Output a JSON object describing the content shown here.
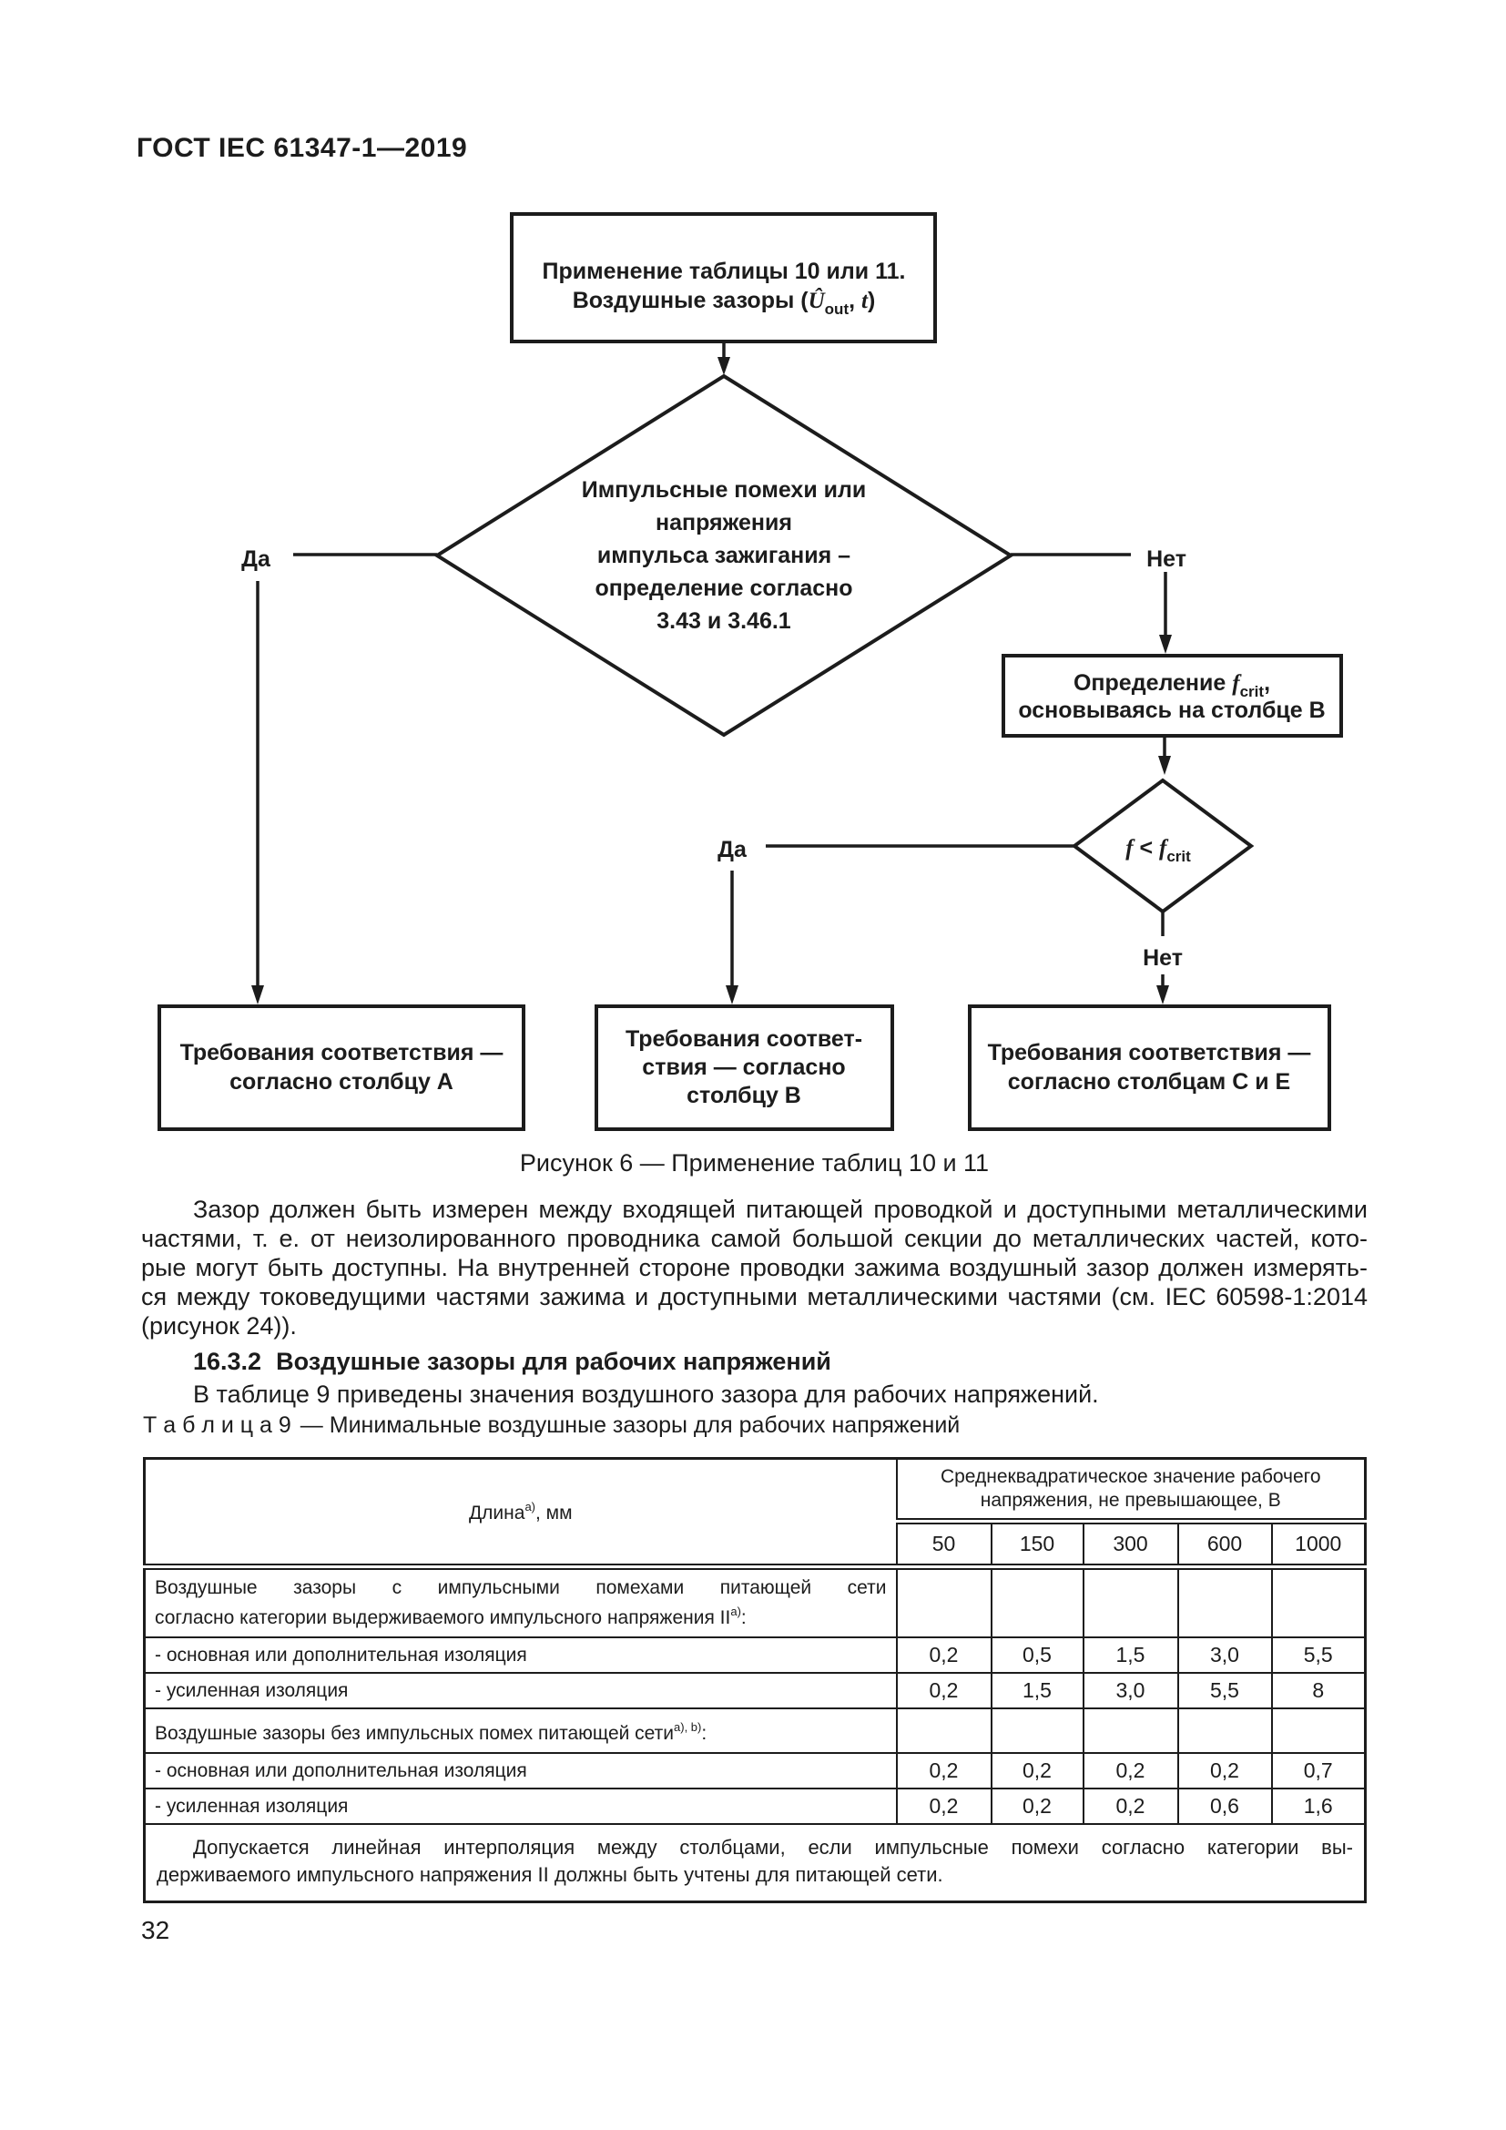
{
  "page": {
    "header": "ГОСТ IEC 61347-1—2019",
    "number": "32"
  },
  "figure": {
    "caption": "Рисунок 6 — Применение таблиц 10 и 11",
    "top_box": {
      "line1": "Применение таблицы 10 или 11.",
      "l2_pre": "Воздушные зазоры (",
      "u_symbol": "Û",
      "u_sub": "out",
      "l2_mid": ", ",
      "t_symbol": "t",
      "l2_end": ")"
    },
    "decision1": {
      "line1": "Импульсные помехи или",
      "line2": "напряжения",
      "line3": "импульса зажигания –",
      "line4": "определение согласно",
      "line5": "3.43 и 3.46.1"
    },
    "labels": {
      "yes1": "Да",
      "no1": "Нет",
      "yes2": "Да",
      "no2": "Нет"
    },
    "fcrit_box": {
      "l1_pre": "Определение ",
      "f": "f",
      "f_sub": "crit",
      "l1_end": ",",
      "line2": "основываясь на столбце B"
    },
    "decision2": {
      "f1": "f",
      "op": " < ",
      "f2": "f",
      "f_sub": "crit"
    },
    "box_a": {
      "line1": "Требования соответствия —",
      "line2": "согласно столбцу A"
    },
    "box_b": {
      "line1": "Требования соответ-",
      "line2": "ствия — согласно",
      "line3": "столбцу B"
    },
    "box_ce": {
      "line1": "Требования соответствия —",
      "line2": "согласно столбцам C и E"
    }
  },
  "body": {
    "paragraph1_lines": [
      "Зазор должен быть измерен между входящей питающей проводкой и доступными металлическими",
      "частями, т. е. от неизолированного проводника самой большой секции до металлических частей, кото-",
      "рые могут быть доступны. На внутренней стороне проводки зажима воздушный зазор должен измерять-",
      "ся между токоведущими частями зажима и доступными металлическими частями (см. IEC 60598-1:2014",
      "(рисунок 24))."
    ],
    "heading_number": "16.3.2",
    "heading_title": "Воздушные зазоры для рабочих напряжений",
    "paragraph2": "В таблице 9 приведены значения воздушного зазора для рабочих напряжений."
  },
  "table": {
    "caption_label": "Т а б л и ц а  9",
    "caption_title": "— Минимальные воздушные зазоры для рабочих напряжений",
    "header": {
      "length_label": "Длина",
      "length_sup": "а)",
      "length_unit": ", мм",
      "voltage_line1": "Среднеквадратическое значение рабочего",
      "voltage_line2": "напряжения, не превышающее, В",
      "voltages": [
        "50",
        "150",
        "300",
        "600",
        "1000"
      ]
    },
    "group1": {
      "line1": "Воздушные зазоры с импульсными помехами питающей сети",
      "line2": "согласно категории выдерживаемого импульсного напряжения II",
      "sup": "а)",
      "colon": ":"
    },
    "group2": {
      "line1": "Воздушные зазоры без импульсных помех питающей сети",
      "sup": "а), b)",
      "colon": ":"
    },
    "rows": [
      {
        "label": "- основная или дополнительная изоляция",
        "values": [
          "0,2",
          "0,5",
          "1,5",
          "3,0",
          "5,5"
        ]
      },
      {
        "label": "- усиленная изоляция",
        "values": [
          "0,2",
          "1,5",
          "3,0",
          "5,5",
          "8"
        ]
      },
      {
        "label": "- основная или дополнительная изоляция",
        "values": [
          "0,2",
          "0,2",
          "0,2",
          "0,2",
          "0,7"
        ]
      },
      {
        "label": "- усиленная изоляция",
        "values": [
          "0,2",
          "0,2",
          "0,2",
          "0,6",
          "1,6"
        ]
      }
    ],
    "note_lines": [
      "Допускается линейная интерполяция между столбцами, если импульсные помехи согласно категории вы-",
      "держиваемого импульсного напряжения II должны быть учтены для питающей сети."
    ]
  }
}
